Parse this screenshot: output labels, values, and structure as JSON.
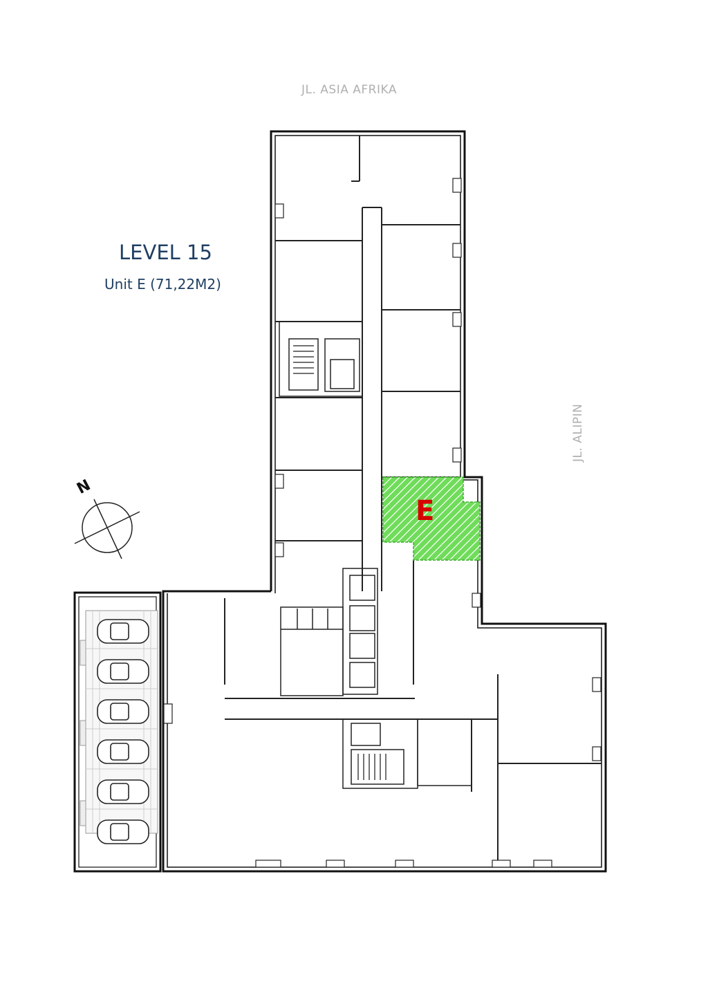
{
  "streets": {
    "top": "JL. ASIA AFRIKA",
    "right": "JL. ALIPIN"
  },
  "title": {
    "level": "LEVEL 15",
    "unit": "Unit E (71,22M2)"
  },
  "highlight": {
    "letter": "E",
    "color": "#5ad64a"
  },
  "compass": {
    "north": "N"
  },
  "parking": {
    "car_count": 6
  }
}
